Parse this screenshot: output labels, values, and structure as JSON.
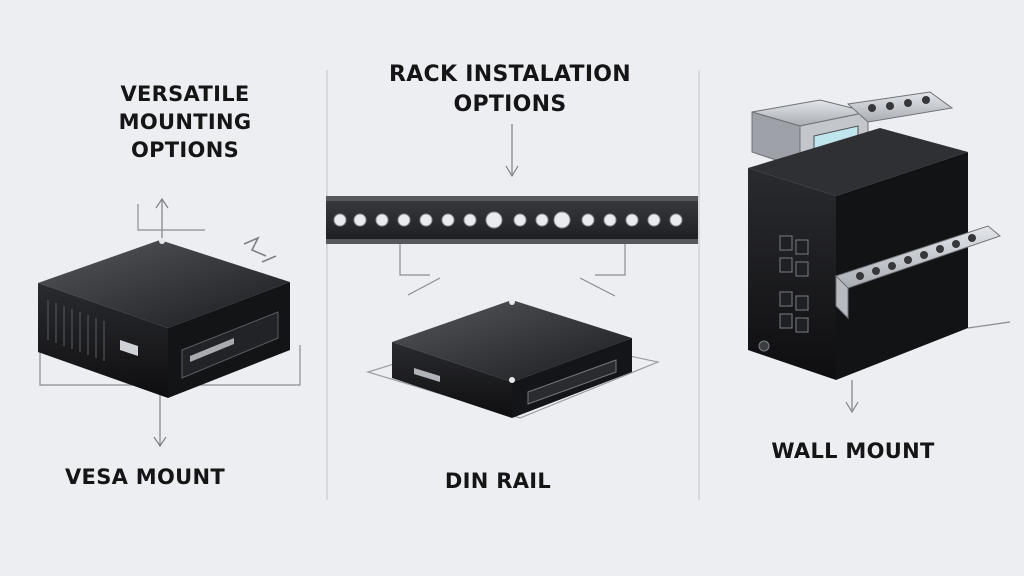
{
  "headings": {
    "versatile": [
      "VERSATILE",
      "MOUNTING",
      "OPTIONS"
    ],
    "rack": [
      "RACK INSTALATION",
      "OPTIONS"
    ]
  },
  "labels": {
    "vesa": "VESA MOUNT",
    "din": "DIN RAIL",
    "wall": "WALL MOUNT"
  },
  "colors": {
    "background": "#eceef1",
    "device": "#1c1c1e",
    "device_top": "#3a3b3f",
    "metal": "#c8ccd1",
    "rail": "#2b2d31",
    "screen": "#bfe6ec"
  }
}
